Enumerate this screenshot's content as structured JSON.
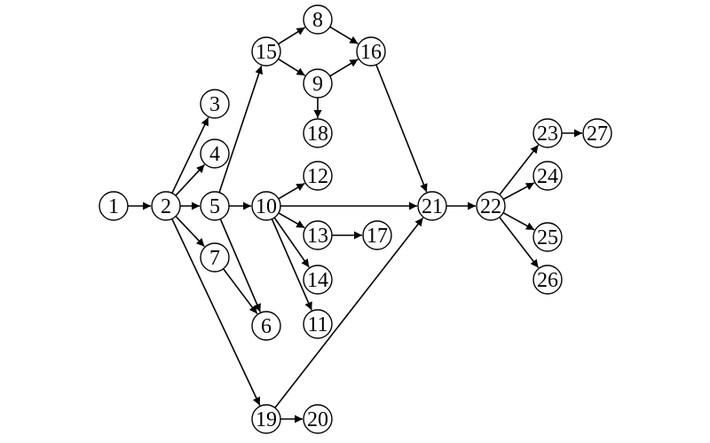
{
  "diagram": {
    "type": "directed-graph",
    "nodes": [
      {
        "id": "1",
        "label": "1"
      },
      {
        "id": "2",
        "label": "2"
      },
      {
        "id": "3",
        "label": "3"
      },
      {
        "id": "4",
        "label": "4"
      },
      {
        "id": "5",
        "label": "5"
      },
      {
        "id": "6",
        "label": "6"
      },
      {
        "id": "7",
        "label": "7"
      },
      {
        "id": "8",
        "label": "8"
      },
      {
        "id": "9",
        "label": "9"
      },
      {
        "id": "10",
        "label": "10"
      },
      {
        "id": "11",
        "label": "11"
      },
      {
        "id": "12",
        "label": "12"
      },
      {
        "id": "13",
        "label": "13"
      },
      {
        "id": "14",
        "label": "14"
      },
      {
        "id": "15",
        "label": "15"
      },
      {
        "id": "16",
        "label": "16"
      },
      {
        "id": "17",
        "label": "17"
      },
      {
        "id": "18",
        "label": "18"
      },
      {
        "id": "19",
        "label": "19"
      },
      {
        "id": "20",
        "label": "20"
      },
      {
        "id": "21",
        "label": "21"
      },
      {
        "id": "22",
        "label": "22"
      },
      {
        "id": "23",
        "label": "23"
      },
      {
        "id": "24",
        "label": "24"
      },
      {
        "id": "25",
        "label": "25"
      },
      {
        "id": "26",
        "label": "26"
      },
      {
        "id": "27",
        "label": "27"
      }
    ],
    "edges": [
      {
        "from": "1",
        "to": "2"
      },
      {
        "from": "2",
        "to": "3"
      },
      {
        "from": "2",
        "to": "4"
      },
      {
        "from": "2",
        "to": "5"
      },
      {
        "from": "2",
        "to": "7"
      },
      {
        "from": "2",
        "to": "19"
      },
      {
        "from": "5",
        "to": "10"
      },
      {
        "from": "5",
        "to": "15"
      },
      {
        "from": "5",
        "to": "6"
      },
      {
        "from": "7",
        "to": "6"
      },
      {
        "from": "15",
        "to": "8"
      },
      {
        "from": "15",
        "to": "9"
      },
      {
        "from": "8",
        "to": "16"
      },
      {
        "from": "9",
        "to": "16"
      },
      {
        "from": "9",
        "to": "18"
      },
      {
        "from": "16",
        "to": "21"
      },
      {
        "from": "10",
        "to": "12"
      },
      {
        "from": "10",
        "to": "13"
      },
      {
        "from": "10",
        "to": "14"
      },
      {
        "from": "10",
        "to": "11"
      },
      {
        "from": "10",
        "to": "21"
      },
      {
        "from": "13",
        "to": "17"
      },
      {
        "from": "19",
        "to": "20"
      },
      {
        "from": "19",
        "to": "21"
      },
      {
        "from": "21",
        "to": "22"
      },
      {
        "from": "22",
        "to": "23"
      },
      {
        "from": "22",
        "to": "24"
      },
      {
        "from": "22",
        "to": "25"
      },
      {
        "from": "22",
        "to": "26"
      },
      {
        "from": "23",
        "to": "27"
      }
    ]
  }
}
